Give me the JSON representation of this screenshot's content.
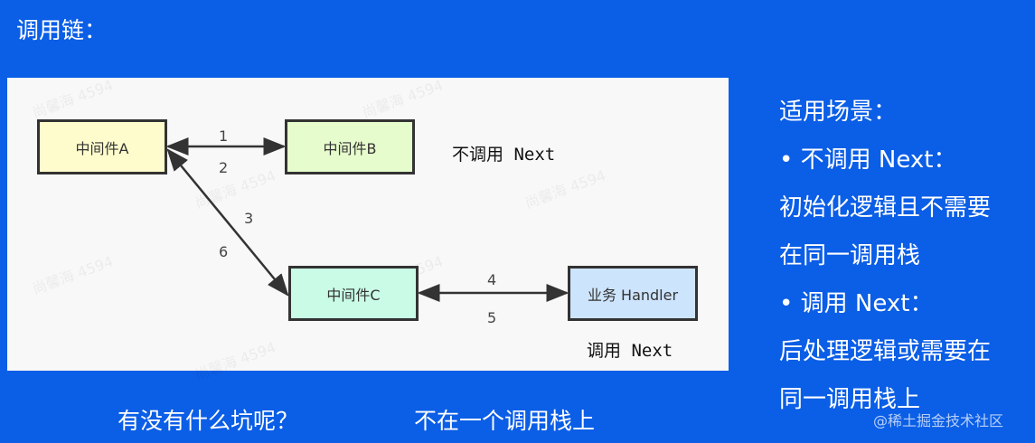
{
  "title": "调用链：",
  "diagram": {
    "nodes": {
      "a": "中间件A",
      "b": "中间件B",
      "c": "中间件C",
      "handler": "业务 Handler"
    },
    "edges": {
      "n1": "1",
      "n2": "2",
      "n3": "3",
      "n4": "4",
      "n5": "5",
      "n6": "6"
    },
    "note_no_next": "不调用 Next",
    "note_next": "调用 Next",
    "watermark": "尚馨海 4594"
  },
  "side": {
    "heading": "适用场景：",
    "lines": [
      "•  不调用 Next：",
      "初始化逻辑且不需要",
      "在同一调用栈",
      "•  调用 Next：",
      "后处理逻辑或需要在",
      "同一调用栈上"
    ]
  },
  "bottom": {
    "question": "有没有什么坑呢？",
    "answer": "不在一个调用栈上"
  },
  "credit": "@稀土掘金技术社区"
}
